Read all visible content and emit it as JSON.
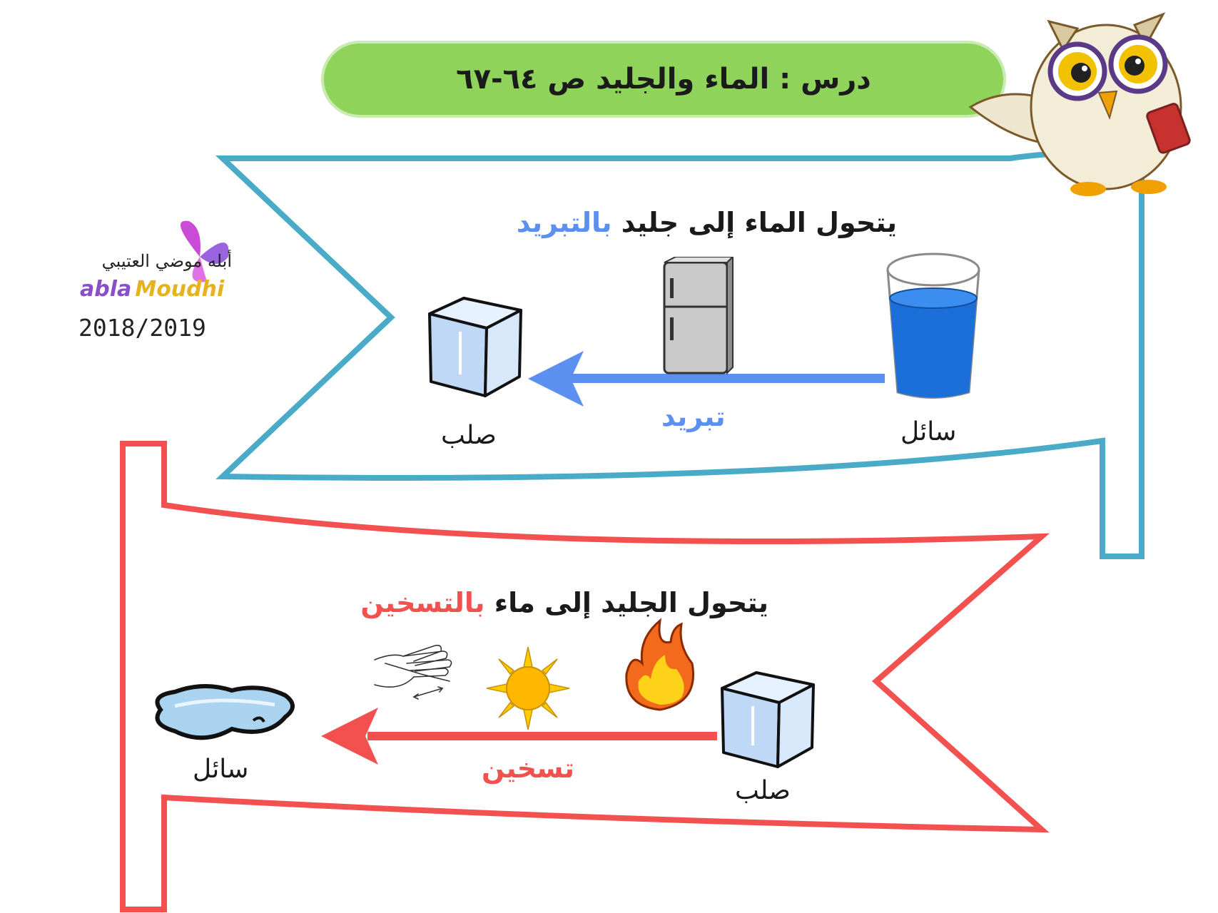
{
  "title": "درس : الماء والجليد ص ٦٤-٦٧",
  "logo": {
    "arabic_name": "أبله موضي العتيبي",
    "latin_part1": "abla",
    "latin_part2": "Moudhi",
    "year": "2018/2019"
  },
  "cooling": {
    "heading_main": "يتحول الماء إلى جليد",
    "heading_highlight": "بالتبريد",
    "start_label": "سائل",
    "end_label": "صلب",
    "process_label": "تبريد",
    "icons": [
      "glass-of-water-icon",
      "refrigerator-icon",
      "ice-cube-icon"
    ]
  },
  "heating": {
    "heading_main": "يتحول الجليد إلى ماء",
    "heading_highlight": "بالتسخين",
    "start_label": "صلب",
    "end_label": "سائل",
    "process_label": "تسخين",
    "icons": [
      "ice-cube-icon",
      "fire-icon",
      "sun-icon",
      "rubbing-hands-icon",
      "water-puddle-icon"
    ]
  },
  "colors": {
    "title_bg": "#8fd35a",
    "cooling_border": "#4aabc8",
    "cooling_accent": "#5b8ff0",
    "heating_border": "#f2514f",
    "heating_accent": "#f2514f"
  }
}
